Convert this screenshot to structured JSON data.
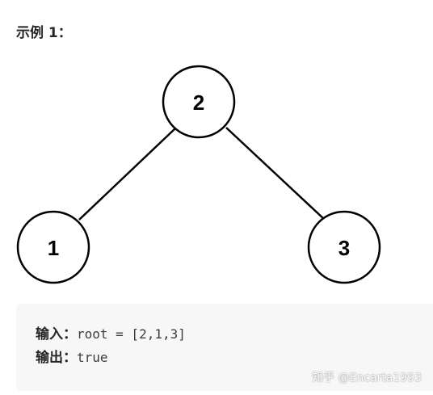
{
  "example": {
    "title": "示例 1："
  },
  "tree": {
    "nodes": [
      "2",
      "1",
      "3"
    ],
    "edges": [
      [
        "2",
        "1"
      ],
      [
        "2",
        "3"
      ]
    ]
  },
  "io": {
    "input_label": "输入：",
    "input_value": "root = [2,1,3]",
    "output_label": "输出：",
    "output_value": "true"
  },
  "watermark": "知乎 @Encarta1993"
}
